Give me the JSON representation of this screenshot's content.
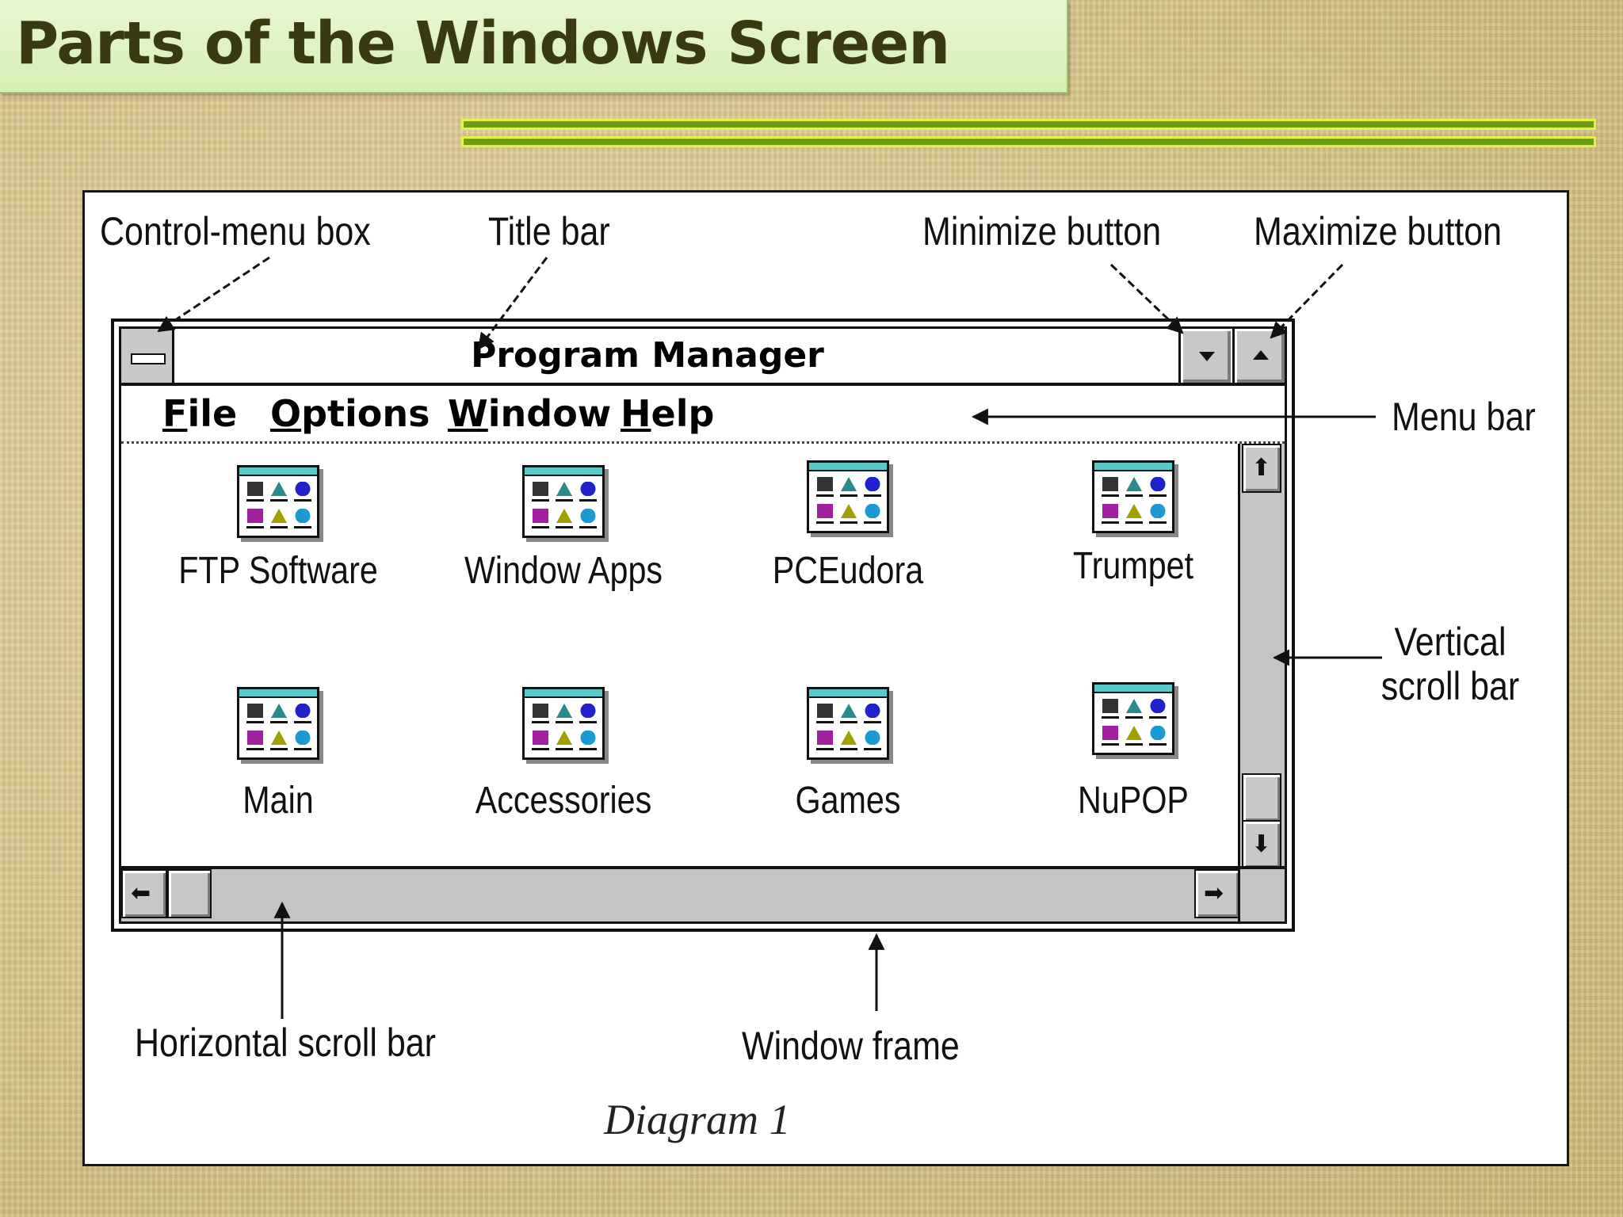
{
  "slide": {
    "title": "Parts of the Windows Screen",
    "caption": "Diagram 1"
  },
  "callouts": {
    "control_menu_box": "Control-menu box",
    "title_bar": "Title bar",
    "minimize_button": "Minimize button",
    "maximize_button": "Maximize button",
    "menu_bar": "Menu bar",
    "vertical_scroll_bar_line1": "Vertical",
    "vertical_scroll_bar_line2": "scroll bar",
    "horizontal_scroll_bar": "Horizontal scroll bar",
    "window_frame": "Window frame"
  },
  "window": {
    "title": "Program Manager",
    "menu": [
      {
        "accel": "F",
        "rest": "ile"
      },
      {
        "accel": "O",
        "rest": "ptions"
      },
      {
        "accel": "W",
        "rest": "indow"
      },
      {
        "accel": "H",
        "rest": "elp"
      }
    ],
    "groups": [
      {
        "label": "FTP Software"
      },
      {
        "label": "Window Apps"
      },
      {
        "label": "PCEudora"
      },
      {
        "label": "Trumpet"
      },
      {
        "label": "Main"
      },
      {
        "label": "Accessories"
      },
      {
        "label": "Games"
      },
      {
        "label": "NuPOP"
      }
    ],
    "icons": {
      "control_menu": "control-menu-bar-icon",
      "minimize": "triangle-down-icon",
      "maximize": "triangle-up-icon",
      "scroll_up": "arrow-up-icon",
      "scroll_down": "arrow-down-icon",
      "scroll_left": "arrow-left-icon",
      "scroll_right": "arrow-right-icon",
      "program_group": "program-group-icon"
    }
  },
  "colors": {
    "title_box": "#e0f3c4",
    "title_text": "#3a3a10",
    "deco_line": "#6e9c12",
    "deco_border": "#e6f04a",
    "window_chrome": "#c8c8c8",
    "group_icon_cap": "#58c8c8"
  }
}
